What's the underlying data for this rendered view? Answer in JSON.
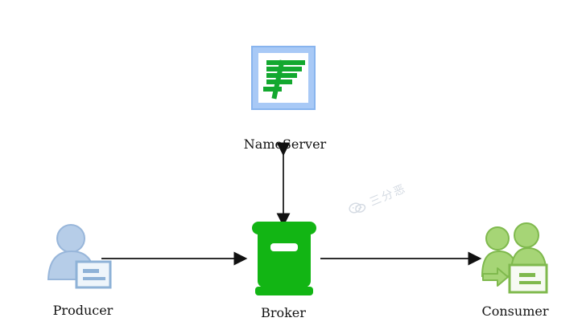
{
  "diagram": {
    "nameserver_label": "NameServer",
    "producer_label": "Producer",
    "broker_label": "Broker",
    "consumer_label": "Consumer",
    "watermark_text": "三分恶",
    "colors": {
      "green": "#12b514",
      "dark_green": "#0b9d11",
      "icon_blue": "#97b8d9",
      "icon_blue_light": "#c5d9ed",
      "consumer_green": "#8dcc5f",
      "arrow": "#111111"
    },
    "icons": {
      "nameserver": "nameserver-logo-icon",
      "producer": "producer-user-icon",
      "broker": "broker-mailbox-icon",
      "consumer": "consumer-group-icon"
    }
  }
}
